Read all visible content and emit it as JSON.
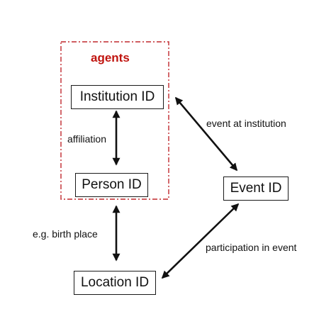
{
  "colors": {
    "group_border": "#c0282d",
    "group_title": "#c0140f",
    "arrow": "#111111"
  },
  "group": {
    "title": "agents"
  },
  "nodes": {
    "institution": "Institution ID",
    "person": "Person ID",
    "event": "Event ID",
    "location": "Location ID"
  },
  "edges": {
    "affiliation": "affiliation",
    "event_at_institution": "event at institution",
    "birth_place": "e.g. birth place",
    "participation": "participation in event"
  }
}
